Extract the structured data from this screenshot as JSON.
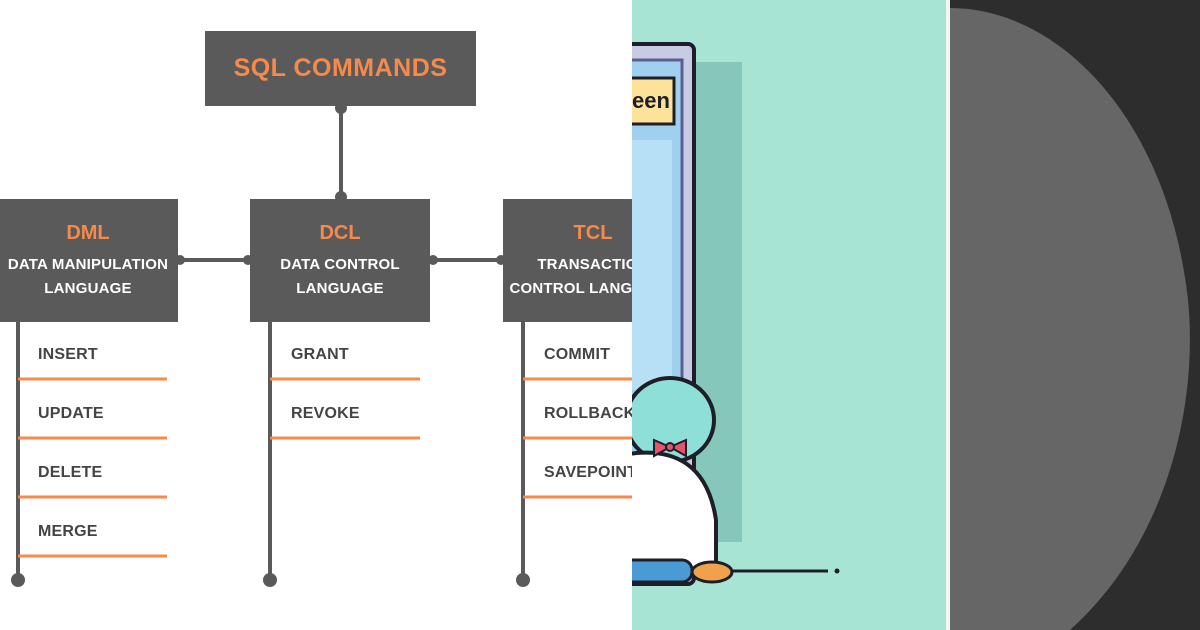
{
  "diagram": {
    "title": "SQL COMMANDS",
    "categories": [
      {
        "abbr": "DML",
        "name": "DATA MANIPULATION\nLANGUAGE",
        "items": [
          "INSERT",
          "UPDATE",
          "DELETE",
          "MERGE"
        ]
      },
      {
        "abbr": "DCL",
        "name": "DATA CONTROL\nLANGUAGE",
        "items": [
          "GRANT",
          "REVOKE"
        ]
      },
      {
        "abbr": "TCL",
        "name": "TRANSACTION\nCONTROL LANGUAGE",
        "items": [
          "COMMIT",
          "ROLLBACK",
          "SAVEPOINT"
        ]
      }
    ]
  },
  "illustration": {
    "sign_text": "een"
  },
  "colors": {
    "box": "#5a5a5a",
    "accent": "#f58a4b",
    "mint": "#a8e4d4",
    "dark": "#2d2d2d",
    "arc": "#666666"
  }
}
